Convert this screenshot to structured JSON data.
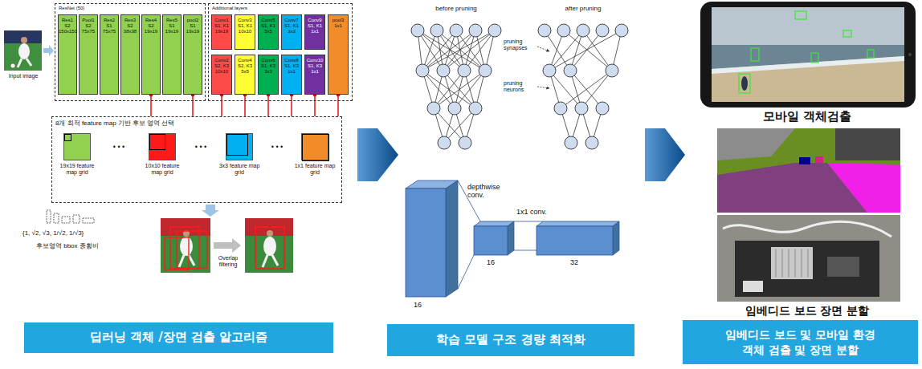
{
  "diagram": {
    "nodes": [
      {
        "text": [
          "ResNet (50)"
        ]
      },
      {
        "text": [
          "Res1 S2 150x150"
        ],
        "in": 0
      },
      {
        "text": [
          "Pool1 S2 75x75"
        ],
        "in": 0
      },
      {
        "text": [
          "Res2 S1 75x75"
        ],
        "in": 0
      },
      {
        "text": [
          "Res3 S2 38x38"
        ],
        "in": 0
      },
      {
        "text": [
          "Res4 S2 19x19"
        ],
        "in": 0
      },
      {
        "text": [
          "Res5 S1 19x19"
        ],
        "in": 0
      },
      {
        "text": [
          "pool2 S1 19x19"
        ],
        "in": 0
      },
      {
        "text": [
          "Additional layers"
        ]
      },
      {
        "text": [
          "Conv1 S1, K1 19x19"
        ],
        "in": 8
      },
      {
        "text": [
          "Conv3 S1, K1 10x10"
        ],
        "in": 8
      },
      {
        "text": [
          "Conv5 S1, K1 5x5"
        ],
        "in": 8
      },
      {
        "text": [
          "Conv7 S1, K1 3x3"
        ],
        "in": 8
      },
      {
        "text": [
          "Conv9 S1, K1 1x1"
        ],
        "in": 8
      },
      {
        "text": [
          "pool3 1x1"
        ],
        "in": 8
      },
      {
        "text": [
          "Conv2 S2, K3 10x10"
        ],
        "in": 8
      },
      {
        "text": [
          "Conv4 S2, K3 5x5"
        ],
        "in": 8
      },
      {
        "text": [
          "Conv6 S1, K3 3x3"
        ],
        "in": 8
      },
      {
        "text": [
          "Conv8 S1, K3 1x1"
        ],
        "in": 8
      },
      {
        "text": [
          "Conv10 S1, K3 1x1"
        ],
        "in": 8
      },
      {
        "text": [
          "8개 최적 feature map 기반 후보 영역 선택"
        ]
      },
      {
        "text": [
          "19x19 feature map grid"
        ],
        "in": 20
      },
      {
        "text": [
          "10x10 feature map grid"
        ],
        "in": 20
      },
      {
        "text": [
          "3x3 feature map grid"
        ],
        "in": 20
      },
      {
        "text": [
          "1x1 feature map grid"
        ],
        "in": 20
      },
      {
        "text": [
          "딥러닝 객체 /장면 검출 알고리즘"
        ]
      },
      {
        "text": [
          "학습 모델 구조 경량 최적화"
        ]
      },
      {
        "text": [
          "임베디드 보드 및 모바일 환경 객체 검출 및 장면 분할"
        ]
      }
    ],
    "edges": [
      {
        "from": 5,
        "to": 20,
        "arrow": "none"
      },
      {
        "from": 7,
        "to": 20,
        "arrow": "none"
      },
      {
        "from": 15,
        "to": 20,
        "arrow": "none"
      },
      {
        "from": 16,
        "to": 20,
        "arrow": "none"
      },
      {
        "from": 17,
        "to": 20,
        "arrow": "none"
      },
      {
        "from": 18,
        "to": 20,
        "arrow": "none"
      },
      {
        "from": 19,
        "to": 20,
        "arrow": "none"
      },
      {
        "from": 14,
        "to": 20,
        "arrow": "none"
      }
    ],
    "labels": [
      "Input image",
      "• • •",
      "• • •",
      "• • •",
      "{1, √2, √3, 1/√2, 1/√3}",
      "후보영역 bbox 종횡비",
      "Overlap filtering",
      "before pruning",
      "after pruning",
      "pruning synapses",
      "pruning neurons",
      "depthwise conv.",
      "1x1 conv.",
      "16",
      "32",
      "16",
      "모바일 객체검출",
      "임베디드 보드 장면 분할"
    ]
  }
}
